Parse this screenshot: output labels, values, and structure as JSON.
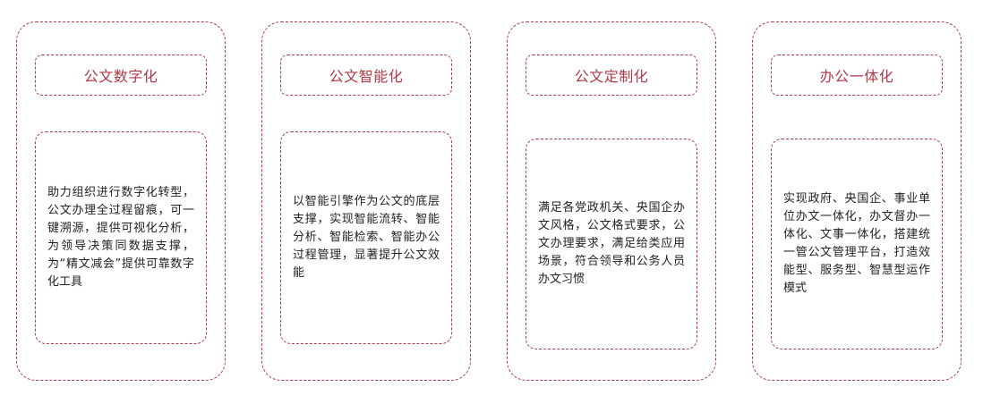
{
  "cards": [
    {
      "title": "公文数字化",
      "description": "助力组织进行数字化转型，公文办理全过程留痕，可一键溯源，提供可视化分析，为领导决策同数据支撑，为“精文减会”提供可靠数字化工具"
    },
    {
      "title": "公文智能化",
      "description": "以智能引擎作为公文的底层支撑，实现智能流转、智能分析、智能检索、智能办公过程管理，显著提升公文效能"
    },
    {
      "title": "公文定制化",
      "description": "满足各党政机关、央国企办文风格，公文格式要求，公文办理要求，满足给类应用场景，符合领导和公务人员办文习惯"
    },
    {
      "title": "办公一体化",
      "description": "实现政府、央国企、事业单位办文一体化，办文督办一体化、文事一体化，搭建统一管公文管理平台，打造效能型、服务型、智慧型运作模式"
    }
  ],
  "colors": {
    "accent": "#b03a48",
    "text": "#222222"
  }
}
